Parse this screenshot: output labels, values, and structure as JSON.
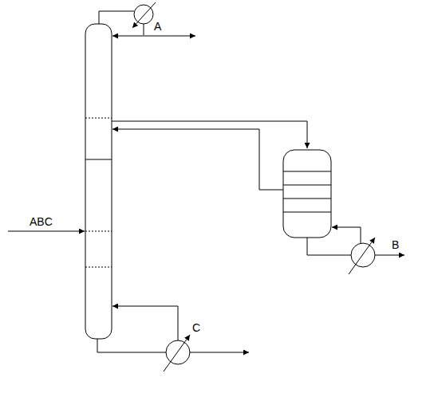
{
  "diagram": {
    "labels": [
      "A",
      "ABC",
      "B",
      "C"
    ]
  }
}
